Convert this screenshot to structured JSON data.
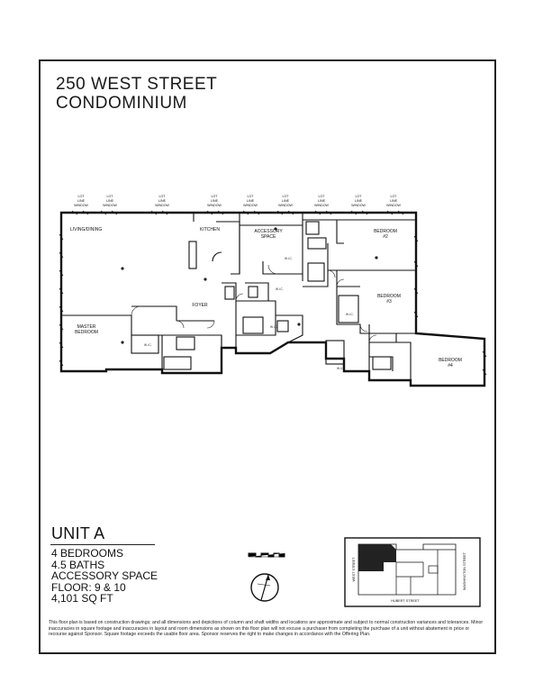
{
  "header": {
    "line1": "250 WEST STREET",
    "line2": "CONDOMINIUM"
  },
  "plan": {
    "window_label": [
      "LOT",
      "LINE",
      "WINDOW"
    ],
    "rooms": {
      "living_dining": "LIVING/DINING",
      "kitchen": "KITCHEN",
      "accessory": [
        "ACCESSORY",
        "SPACE"
      ],
      "bedroom2": [
        "BEDROOM",
        "#2"
      ],
      "bedroom3": [
        "BEDROOM",
        "#3"
      ],
      "bedroom4": [
        "BEDROOM",
        "#4"
      ],
      "master": [
        "MASTER",
        "BEDROOM"
      ],
      "foyer": "FOYER",
      "wic": "W.I.C."
    }
  },
  "unit": {
    "title": "UNIT A",
    "lines": [
      "4 BEDROOMS",
      "4.5 BATHS",
      "ACCESSORY SPACE",
      "FLOOR: 9 & 10",
      "4,101 SQ FT"
    ]
  },
  "keyplan": {
    "streets": {
      "west": "WEST STREET",
      "washington": "WASHINGTON STREET",
      "hubert": "HUBERT STREET"
    }
  },
  "disclaimer": "This floor plan is based on construction drawings; and all dimensions and depictions of column and shaft widths and locations are approximate and subject to normal construction variances and tolerances. Minor inaccuracies in square footage and inaccuracies in layout and room dimensions as shown on this floor plan will not excuse a purchaser from completing the purchase of a unit without abatement in price or recourse against Sponsor. Square footage exceeds the usable floor area. Sponsor reserves the right to make changes in accordance with the Offering Plan."
}
